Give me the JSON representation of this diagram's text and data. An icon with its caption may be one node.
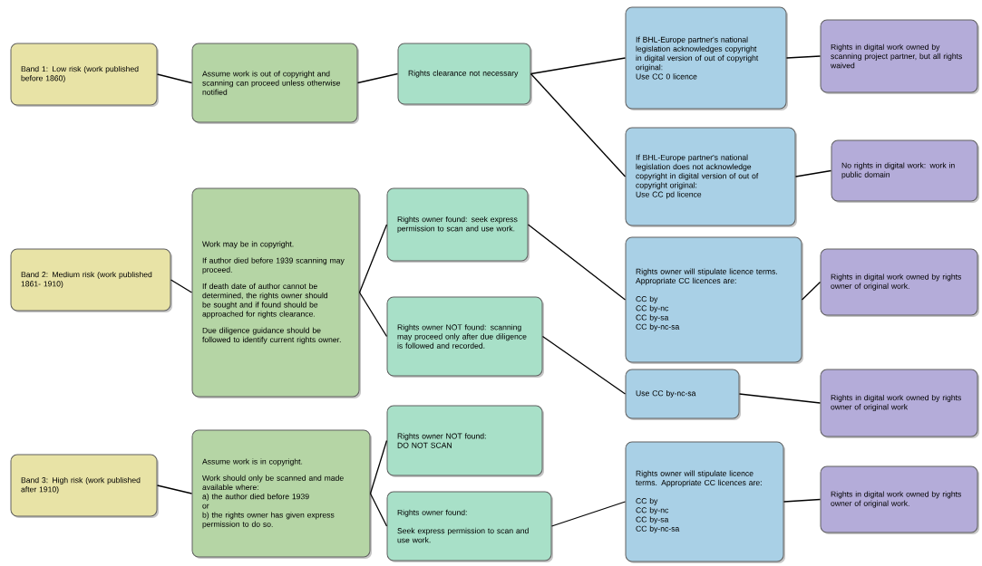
{
  "diagram": {
    "nodes": [
      {
        "text": [
          "Band 1: Low risk (work published before 1860)"
        ]
      },
      {
        "text": [
          "Assume work is out of copyright and scanning can proceed unless otherwise notified"
        ]
      },
      {
        "text": [
          "Rights clearance not necessary"
        ]
      },
      {
        "text": [
          "If BHL-Europe partner's national legislation acknowledges copyright in digital version of out of copyright original:",
          "Use CC 0 licence"
        ]
      },
      {
        "text": [
          "Rights in digital work owned by scanning project partner, but all rights waived"
        ]
      },
      {
        "text": [
          "If BHL-Europe partner's national legislation does not acknowledge copyright in digital version of out of copyright original:",
          "Use CC pd licence"
        ]
      },
      {
        "text": [
          "No rights in digital work: work in public domain"
        ]
      },
      {
        "text": [
          "Band 2: Medium risk (work published 1861- 1910)"
        ]
      },
      {
        "text": [
          "Work may be in copyright.",
          "If author died before 1939 scanning may proceed.",
          "If death date of author cannot be determined, the rights owner should be sought and if found should be approached for rights clearance.",
          "Due diligence guidance should be followed to identify current rights owner."
        ]
      },
      {
        "text": [
          "Rights owner found: seek express permission to scan and use work."
        ]
      },
      {
        "text": [
          "Rights owner NOT found: scanning may proceed only after due diligence is followed and recorded."
        ]
      },
      {
        "text": [
          "Rights owner will stipulate licence terms. Appropriate CC licences are:",
          "CC by",
          "CC by-nc",
          "CC by-sa",
          "CC by-nc-sa"
        ]
      },
      {
        "text": [
          "Rights in digital work owned by rights owner of original work."
        ]
      },
      {
        "text": [
          "Use CC by-nc-sa"
        ]
      },
      {
        "text": [
          "Rights in digital work owned by rights owner of original work"
        ]
      },
      {
        "text": [
          "Band 3: High risk (work published after 1910)"
        ]
      },
      {
        "text": [
          "Assume work is in copyright.",
          "Work should only be scanned and made available where:",
          "a) the author died before 1939",
          "or",
          "b) the rights owner has given express permission to do so."
        ]
      },
      {
        "text": [
          "Rights owner NOT found:",
          "DO NOT SCAN"
        ]
      },
      {
        "text": [
          "Rights owner found:",
          "Seek express permission to scan and use work."
        ]
      },
      {
        "text": [
          "Rights owner will stipulate licence terms. Appropriate CC licences are:",
          "CC by",
          "CC by-nc",
          "CC by-sa",
          "CC by-nc-sa"
        ]
      },
      {
        "text": [
          "Rights in digital work owned by rights owner of original work."
        ]
      }
    ],
    "edges": [
      {
        "from": 0,
        "to": 1,
        "arrow": "none"
      },
      {
        "from": 1,
        "to": 2,
        "arrow": "none"
      },
      {
        "from": 2,
        "to": 3,
        "arrow": "none"
      },
      {
        "from": 2,
        "to": 5,
        "arrow": "none"
      },
      {
        "from": 3,
        "to": 4,
        "arrow": "none"
      },
      {
        "from": 5,
        "to": 6,
        "arrow": "none"
      },
      {
        "from": 7,
        "to": 8,
        "arrow": "none"
      },
      {
        "from": 8,
        "to": 9,
        "arrow": "none"
      },
      {
        "from": 8,
        "to": 10,
        "arrow": "none"
      },
      {
        "from": 9,
        "to": 11,
        "arrow": "none"
      },
      {
        "from": 11,
        "to": 12,
        "arrow": "none"
      },
      {
        "from": 10,
        "to": 13,
        "arrow": "none"
      },
      {
        "from": 13,
        "to": 14,
        "arrow": "none"
      },
      {
        "from": 15,
        "to": 16,
        "arrow": "none"
      },
      {
        "from": 16,
        "to": 17,
        "arrow": "none"
      },
      {
        "from": 16,
        "to": 18,
        "arrow": "none"
      },
      {
        "from": 18,
        "to": 19,
        "arrow": "none"
      },
      {
        "from": 19,
        "to": 20,
        "arrow": "none"
      }
    ]
  }
}
